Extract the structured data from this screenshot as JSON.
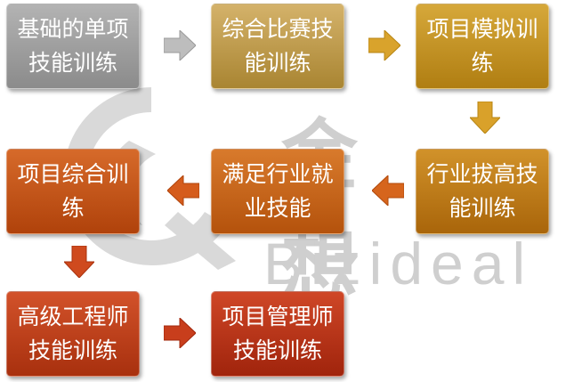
{
  "watermark": {
    "text": "Bizideal",
    "cjk": "金 想",
    "color": "#cfcfcf"
  },
  "steps": [
    {
      "lines": [
        "基础的单项",
        "技能训练"
      ],
      "color": "#9e9e9e"
    },
    {
      "lines": [
        "综合比赛技",
        "能训练"
      ],
      "color": "#bf9a4c"
    },
    {
      "lines": [
        "项目模拟训",
        "练"
      ],
      "color": "#c39224"
    },
    {
      "lines": [
        "行业拔高技",
        "能训练"
      ],
      "color": "#bd7b18"
    },
    {
      "lines": [
        "满足行业就",
        "业技能"
      ],
      "color": "#c6661a"
    },
    {
      "lines": [
        "项目综合训",
        "练"
      ],
      "color": "#c35518"
    },
    {
      "lines": [
        "高级工程师",
        "技能训练"
      ],
      "color": "#bd411c"
    },
    {
      "lines": [
        "项目管理师",
        "技能训练"
      ],
      "color": "#b73519"
    }
  ],
  "arrow_colors": {
    "gray": "#b9b9b9",
    "gold": "#d5a12e",
    "orange": "#d8641c",
    "red": "#c9401c"
  },
  "icons": {
    "arrow_right": "arrow-right-icon",
    "arrow_down": "arrow-down-icon",
    "arrow_left": "arrow-left-icon"
  }
}
